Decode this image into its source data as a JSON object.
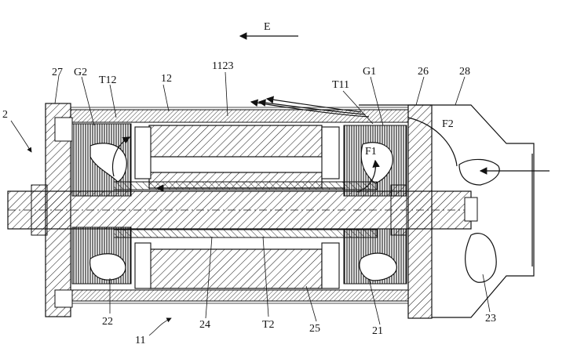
{
  "labels": {
    "direction": "E",
    "l2": "2",
    "l27": "27",
    "g2": "G2",
    "t12": "T12",
    "l12": "12",
    "l1123": "1123",
    "t11": "T11",
    "g1": "G1",
    "l26": "26",
    "l28": "28",
    "f2": "F2",
    "f1": "F1",
    "l22": "22",
    "l24": "24",
    "t2": "T2",
    "l25": "25",
    "l21": "21",
    "l23": "23",
    "l11": "11"
  }
}
